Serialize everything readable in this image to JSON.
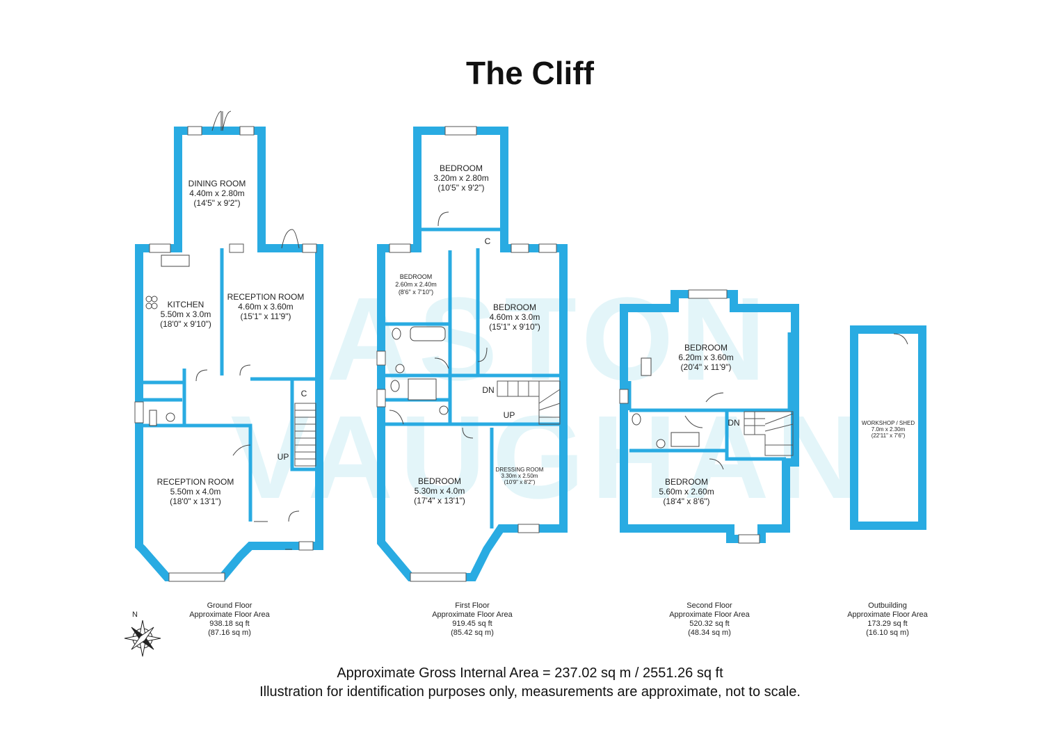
{
  "title": "The Cliff",
  "watermark": {
    "line1": "ASTON",
    "line2": "VAUGHAN"
  },
  "colors": {
    "wall": "#29ABE2",
    "wall_edge": "#0f6e95",
    "watermark": "#cdeef5",
    "text": "#1a1a1a"
  },
  "rooms": {
    "dining": {
      "name": "DINING ROOM",
      "metric": "4.40m x 2.80m",
      "imperial": "(14'5\" x 9'2\")"
    },
    "kitchen": {
      "name": "KITCHEN",
      "metric": "5.50m x 3.0m",
      "imperial": "(18'0\" x 9'10\")"
    },
    "reception1": {
      "name": "RECEPTION ROOM",
      "metric": "4.60m x 3.60m",
      "imperial": "(15'1\" x 11'9\")"
    },
    "reception2": {
      "name": "RECEPTION ROOM",
      "metric": "5.50m x 4.0m",
      "imperial": "(18'0\" x 13'1\")"
    },
    "ff_bed_top": {
      "name": "BEDROOM",
      "metric": "3.20m x 2.80m",
      "imperial": "(10'5\" x 9'2\")"
    },
    "ff_bed_small": {
      "name": "BEDROOM",
      "metric": "2.60m x 2.40m",
      "imperial": "(8'6\" x 7'10\")"
    },
    "ff_bed_right": {
      "name": "BEDROOM",
      "metric": "4.60m x 3.0m",
      "imperial": "(15'1\" x 9'10\")"
    },
    "ff_bed_main": {
      "name": "BEDROOM",
      "metric": "5.30m x 4.0m",
      "imperial": "(17'4\" x 13'1\")"
    },
    "dressing": {
      "name": "DRESSING ROOM",
      "metric": "3.30m x 2.50m",
      "imperial": "(10'9\" x 8'2\")"
    },
    "sf_bed_top": {
      "name": "BEDROOM",
      "metric": "6.20m x 3.60m",
      "imperial": "(20'4\" x 11'9\")"
    },
    "sf_bed_bottom": {
      "name": "BEDROOM",
      "metric": "5.60m x 2.60m",
      "imperial": "(18'4\" x 8'6\")"
    },
    "workshop": {
      "name": "WORKSHOP / SHED",
      "metric": "7.0m x 2.30m",
      "imperial": "(22'11\" x 7'6\")"
    }
  },
  "marks": {
    "c": "C",
    "up": "UP",
    "dn": "DN"
  },
  "floors": [
    {
      "name": "Ground Floor",
      "label": "Approximate Floor Area",
      "sqft": "938.18 sq ft",
      "sqm": "(87.16 sq m)"
    },
    {
      "name": "First Floor",
      "label": "Approximate Floor Area",
      "sqft": "919.45 sq ft",
      "sqm": "(85.42 sq m)"
    },
    {
      "name": "Second Floor",
      "label": "Approximate Floor Area",
      "sqft": "520.32 sq ft",
      "sqm": "(48.34 sq m)"
    },
    {
      "name": "Outbuilding",
      "label": "Approximate Floor Area",
      "sqft": "173.29 sq ft",
      "sqm": "(16.10 sq m)"
    }
  ],
  "compass": {
    "north": "N"
  },
  "footer": {
    "gia": "Approximate Gross Internal Area = 237.02 sq m / 2551.26 sq ft",
    "disclaimer": "Illustration for identification purposes only, measurements are approximate, not to scale."
  }
}
